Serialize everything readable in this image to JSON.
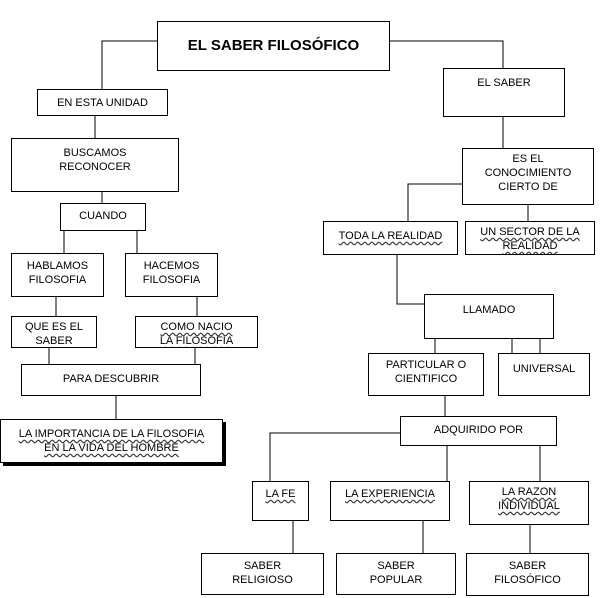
{
  "title": "EL SABER FILOSÓFICO",
  "left_branch": {
    "en_esta_unidad": "EN ESTA UNIDAD",
    "buscamos_reconocer": "BUSCAMOS\nRECONOCER",
    "cuando": "CUANDO",
    "hablamos_filosofia": "HABLAMOS\nFILOSOFIA",
    "hacemos_filosofia": "HACEMOS\nFILOSOFIA",
    "que_es_el_saber": "QUE ES EL\nSABER",
    "como_nacio": "COMO NACIO\nLA FILOSOFIA",
    "para_descubrir": "PARA DESCUBRIR",
    "importancia": "LA IMPORTANCIA DE LA FILOSOFIA\nEN LA VIDA DEL HOMBRE"
  },
  "right_branch": {
    "el_saber": "EL SABER",
    "conocimiento": "ES EL\nCONOCIMIENTO\nCIERTO DE",
    "toda_realidad": "TODA LA REALIDAD",
    "un_sector": "UN SECTOR DE LA\nREALIDAD",
    "llamado": "LLAMADO",
    "particular": "PARTICULAR O\nCIENTIFICO",
    "universal": "UNIVERSAL",
    "adquirido_por": "ADQUIRIDO POR",
    "la_fe": "LA FE",
    "la_experiencia": "LA EXPERIENCIA",
    "la_razon": "LA RAZON\nINDIVIDUAL",
    "saber_religioso": "SABER\nRELIGIOSO",
    "saber_popular": "SABER\nPOPULAR",
    "saber_filosofico": "SABER\nFILOSÓFICO"
  },
  "colors": {
    "line": "#000000",
    "box_border": "#000000",
    "background": "#ffffff"
  }
}
